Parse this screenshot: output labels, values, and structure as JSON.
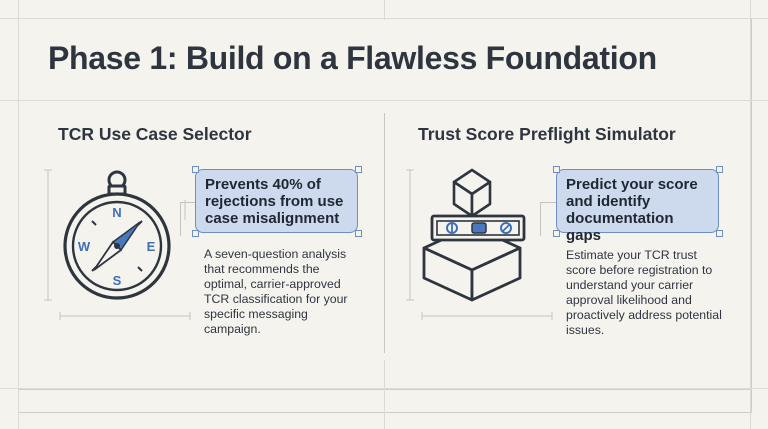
{
  "page": {
    "title": "Phase 1: Build on a Flawless Foundation"
  },
  "left": {
    "heading": "TCR Use Case Selector",
    "callout": "Prevents 40% of rejections from use case misalignment",
    "description": "A seven-question analysis that recommends the optimal, carrier-approved TCR classification for your specific messaging campaign.",
    "icon": "compass-icon"
  },
  "right": {
    "heading": "Trust Score Preflight Simulator",
    "callout": "Predict your score and identify documentation gaps",
    "description": "Estimate your TCR trust score before registration to understand your carrier approval likelihood and proactively address potential issues.",
    "icon": "spirit-level-on-block-icon"
  },
  "colors": {
    "background": "#f4f3ee",
    "text": "#2e353f",
    "callout_fill": "#cdd9ec",
    "callout_border": "#6d8fc4",
    "icon_accent": "#3f6fb5"
  }
}
